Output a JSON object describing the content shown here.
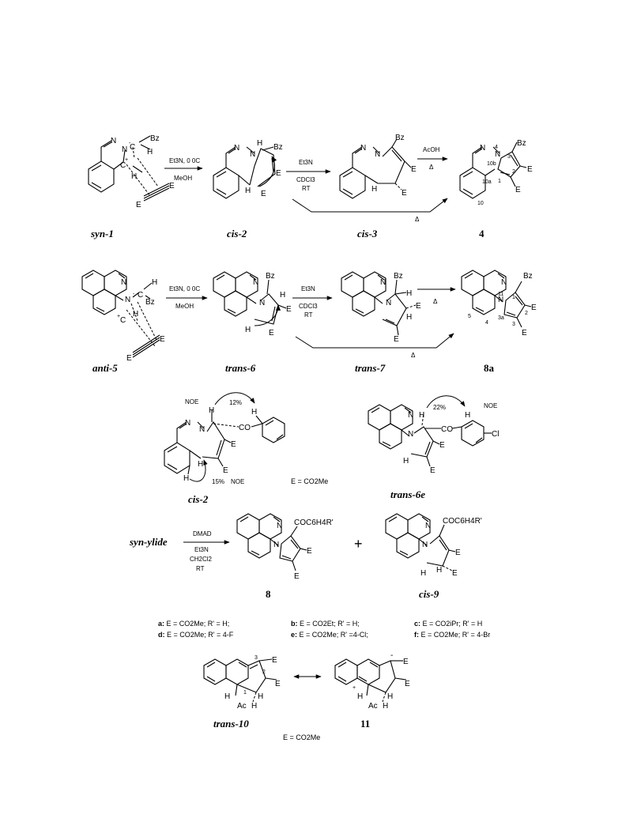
{
  "row1": {
    "labels": [
      "syn-1",
      "cis-2",
      "cis-3",
      "4"
    ],
    "arrow1": {
      "top": "Et3N, 0 0C",
      "bottom": "MeOH"
    },
    "arrow2": {
      "top": "Et3N",
      "mid": "CDCl3",
      "bottom": "RT"
    },
    "arrow3": {
      "top": "AcOH",
      "bottom": "Δ"
    },
    "loop": "Δ",
    "atoms": {
      "bz": "Bz",
      "h": "H",
      "e": "E",
      "n": "N",
      "c": "C",
      "plus": "+",
      "minus": "-"
    },
    "numbers4": [
      "4",
      "3",
      "2",
      "1",
      "10b",
      "10a",
      "10"
    ]
  },
  "row2": {
    "labels": [
      "anti-5",
      "trans-6",
      "trans-7",
      "8a"
    ],
    "arrow1": {
      "top": "Et3N, 0 0C",
      "bottom": "MeOH"
    },
    "arrow2": {
      "top": "Et3N",
      "mid": "CDCl3",
      "bottom": "RT"
    },
    "arrow3": {
      "bottom": "Δ"
    },
    "loop": "Δ",
    "numbers8a": [
      "11",
      "1",
      "2",
      "3",
      "3a",
      "4",
      "5"
    ]
  },
  "noe": {
    "left": {
      "title": "NOE",
      "pct_top": "12%",
      "pct_bottom": "15%",
      "title_bottom": "NOE",
      "co": "CO",
      "label": "cis-2"
    },
    "right": {
      "title": "NOE",
      "pct": "22%",
      "co": "CO",
      "cl": "Cl",
      "label": "trans-6e"
    },
    "e_def": "E = CO2Me"
  },
  "row4": {
    "start": "syn-ylide",
    "reagents": [
      "DMAD",
      "Et3N",
      "CH2Cl2",
      "RT"
    ],
    "sub8": "COC6H4R'",
    "plus": "+",
    "sub9": "COC6H4R'",
    "labels": [
      "8",
      "cis-9"
    ]
  },
  "variants": [
    [
      "a:",
      " E = CO2Me; R' = H;"
    ],
    [
      "b:",
      " E = CO2Et; R' = H;"
    ],
    [
      "c:",
      " E = CO2iPr; R' = H"
    ],
    [
      "d:",
      " E = CO2Me; R' = 4-F"
    ],
    [
      "e:",
      " E = CO2Me; R' =4-Cl;"
    ],
    [
      "f:",
      " E = CO2Me; R' = 4-Br"
    ]
  ],
  "row5": {
    "labels": [
      "trans-10",
      "11"
    ],
    "numbers": [
      "3",
      "2",
      "1"
    ],
    "ac": "Ac",
    "e_def": "E = CO2Me"
  }
}
